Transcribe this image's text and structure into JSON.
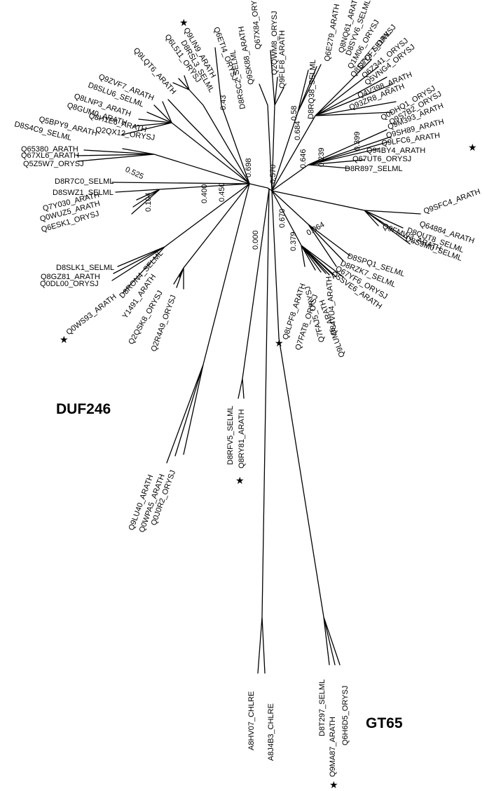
{
  "groups": {
    "duf246": "DUF246",
    "gt65": "GT65"
  },
  "star_symbol": "★",
  "bootstrap": {
    "b0": "0.43",
    "b1": "0.698",
    "b2": "0.570",
    "b3": "0.646",
    "b4": "0.684",
    "b5": "0.58",
    "b6": "0.239",
    "b7": "0.399",
    "b8": "0.525",
    "b9": "0.400",
    "b10": "0.450",
    "b11": "0.104",
    "b12": "0.000",
    "b13": "0.670",
    "b14": "0.379",
    "b15": "0.064"
  },
  "leaves": {
    "l0": "Q6ETI4_ORYSJ",
    "l1": "Q9LIN9_ARATH",
    "l2": "D8RSL3_SELML",
    "l3": "Q6L511_ORYSJ",
    "l4": "Q9LQT6_ARATH",
    "l5": "Q9ZVF7_ARATH",
    "l6": "D8SLU6_SELML",
    "l7": "Q8LNP3_ARATH",
    "l8": "Q8GUM0_ARATH",
    "l9": "Q8H1E6_ARATH",
    "l10": "Q5BPY9_ARATH",
    "l11": "Q2QX12_ORYSJ",
    "l12": "D8S4C9_SELML",
    "l13": "Q65380_ARATH",
    "l14": "Q67XL6_ARATH",
    "l15": "Q5Z5W7_ORYSJ",
    "l16": "D8R7C0_SELML",
    "l17": "D8SWZ1_SELML",
    "l18": "Q7Y030_ARATH",
    "l19": "Q0WUZ5_ARATH",
    "l20": "Q6ESK1_ORYSJ",
    "l21": "D8SLK1_SELML",
    "l22": "Q8GZ81_ARATH",
    "l23": "Q0DL00_ORYSJ",
    "l24": "Q0WS93_ARATH",
    "l25": "D8RON4_SELML",
    "l26": "Y1491_ARATH",
    "l27": "Q2QSK8_ORYSJ",
    "l28": "Q2R4A9_ORYSJ",
    "l29": "Q9LU40_ARATH",
    "l30": "Q0WPA5_ARATH",
    "l31": "Q0J0R2_ORYSJ",
    "l32": "D8RFV5_SELML",
    "l33": "Q8RY81_ARATH",
    "l34": "A8HV07_CHLRE",
    "l35": "A8J4B3_CHLRE",
    "l36": "D8T297_SELML",
    "l37": "Q9MA87_ARATH",
    "l38": "Q6H6D5_ORYSJ",
    "l39": "Q8LPF8_ARATH",
    "l40": "Q7FAT8_ORYSJ",
    "l41": "Q7FAJ5_ORYSJ",
    "l42": "Q9LUM6_ARATH",
    "l43": "Q84VU4_ARATH",
    "l44": "Q5SVE6_ARATH",
    "l45": "Q67YF6_ORYSJ",
    "l46": "D8RZK7_SELML",
    "l47": "D8SPQ1_SELML",
    "l48": "Q9FMW3_ARATH",
    "l49": "D8S9M0_SELML",
    "l50": "D8QUT8_SELML",
    "l51": "Q64884_ARATH",
    "l52": "Q9SFC4_ARATH",
    "l53": "D8R897_SELML",
    "l54": "Q67UT6_ORYSJ",
    "l55": "Q94BY4_ARATH",
    "l56": "Q9LFC6_ARATH",
    "l57": "Q9SH89_ARATH",
    "l58": "Q9M393_ARATH",
    "l59": "Q0DHQ1_ORYSJ",
    "l60": "Q9S7B2_ORYSJ",
    "l61": "Q93ZR8_ARATH",
    "l62": "Q4V398_ARATH",
    "l63": "Q5VNG4_ORYSJ",
    "l64": "Q6Z341_ORYSJ",
    "l65": "Q8S7Y3_SELML",
    "l66": "Q7QF7_ORYSJ",
    "l67": "Q1M06_ORYSJ",
    "l68": "D8SYV6_SELML",
    "l69": "Q8NQ61_ARATH",
    "l70": "Q6E279_ARATH",
    "l71": "D8RQ38_SELML",
    "l72": "Q9FLF8_ARATH",
    "l73": "Q2QWM8_ORYSJ",
    "l74": "Q67X84_ORYSJ",
    "l75": "Q9SK88_ARATH",
    "l76": "D8RSC2_SELML"
  }
}
